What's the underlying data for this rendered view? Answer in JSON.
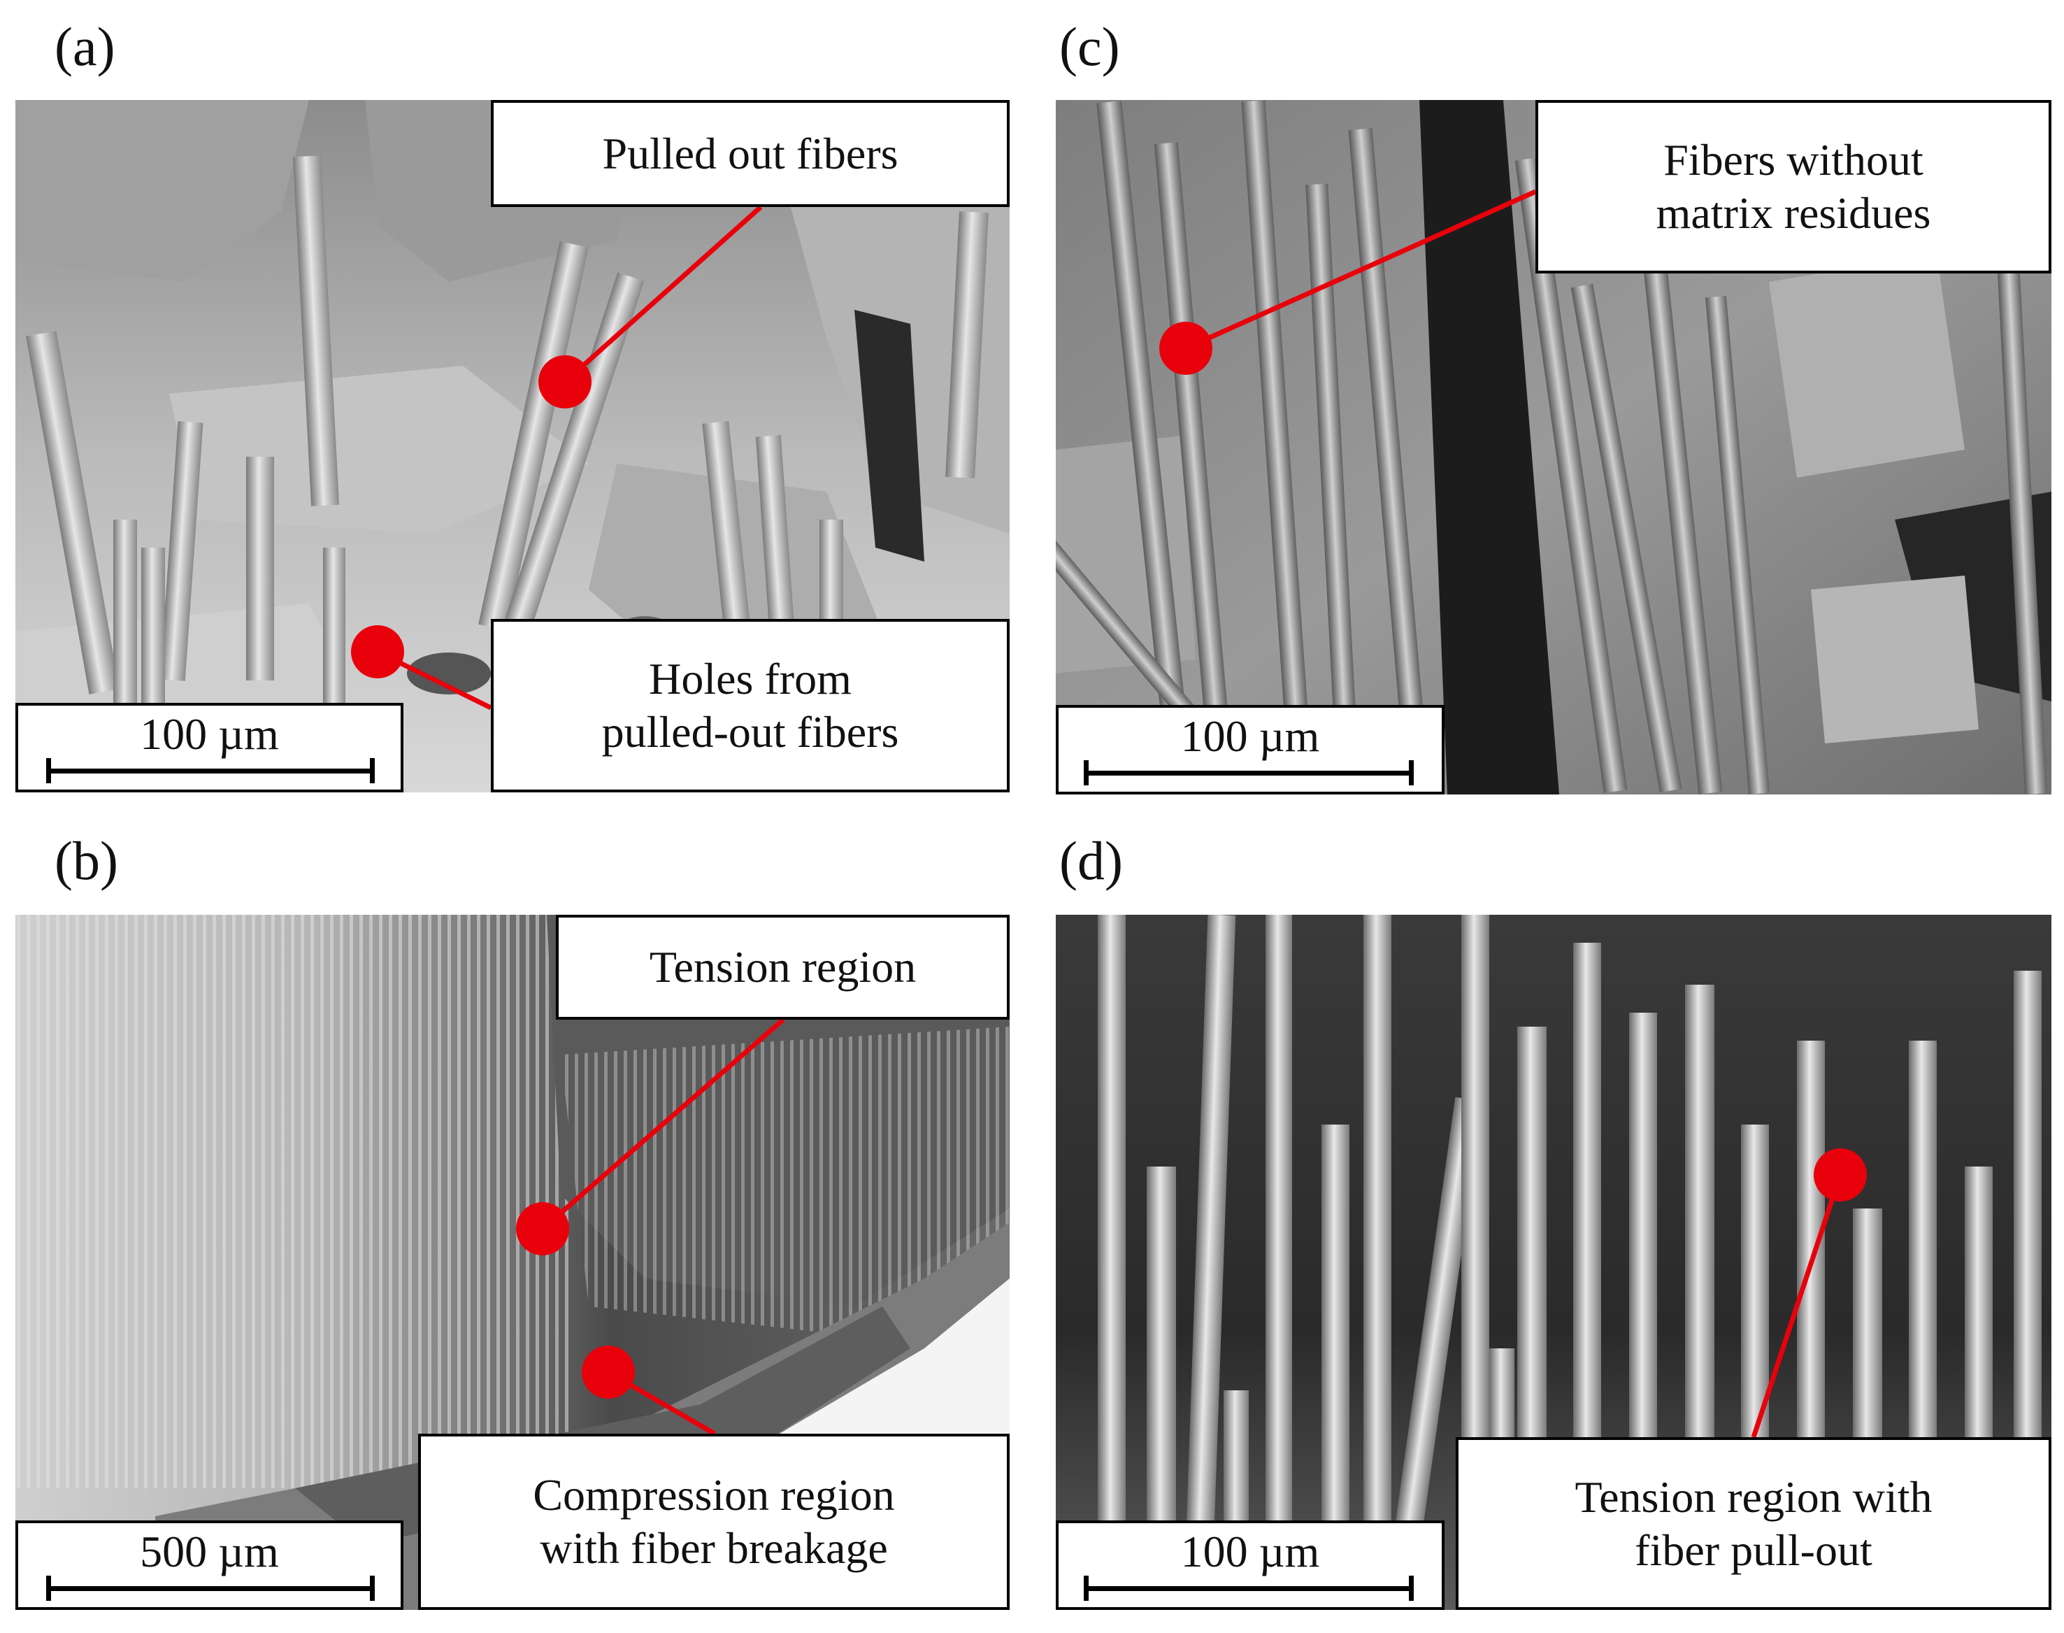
{
  "panels": {
    "a": {
      "label": "(a)",
      "callouts": [
        "Pulled out fibers",
        "Holes from",
        "pulled-out fibers"
      ],
      "scale": "100 µm"
    },
    "b": {
      "label": "(b)",
      "callouts": [
        "Tension region",
        "Compression region",
        "with fiber breakage"
      ],
      "scale": "500 µm"
    },
    "c": {
      "label": "(c)",
      "callouts": [
        "Fibers without",
        "matrix residues"
      ],
      "scale": "100 µm"
    },
    "d": {
      "label": "(d)",
      "callouts": [
        "Tension region with",
        "fiber pull-out"
      ],
      "scale": "100 µm"
    }
  },
  "colors": {
    "marker": "#e8000b",
    "frame": "#000000",
    "box": "#ffffff"
  }
}
